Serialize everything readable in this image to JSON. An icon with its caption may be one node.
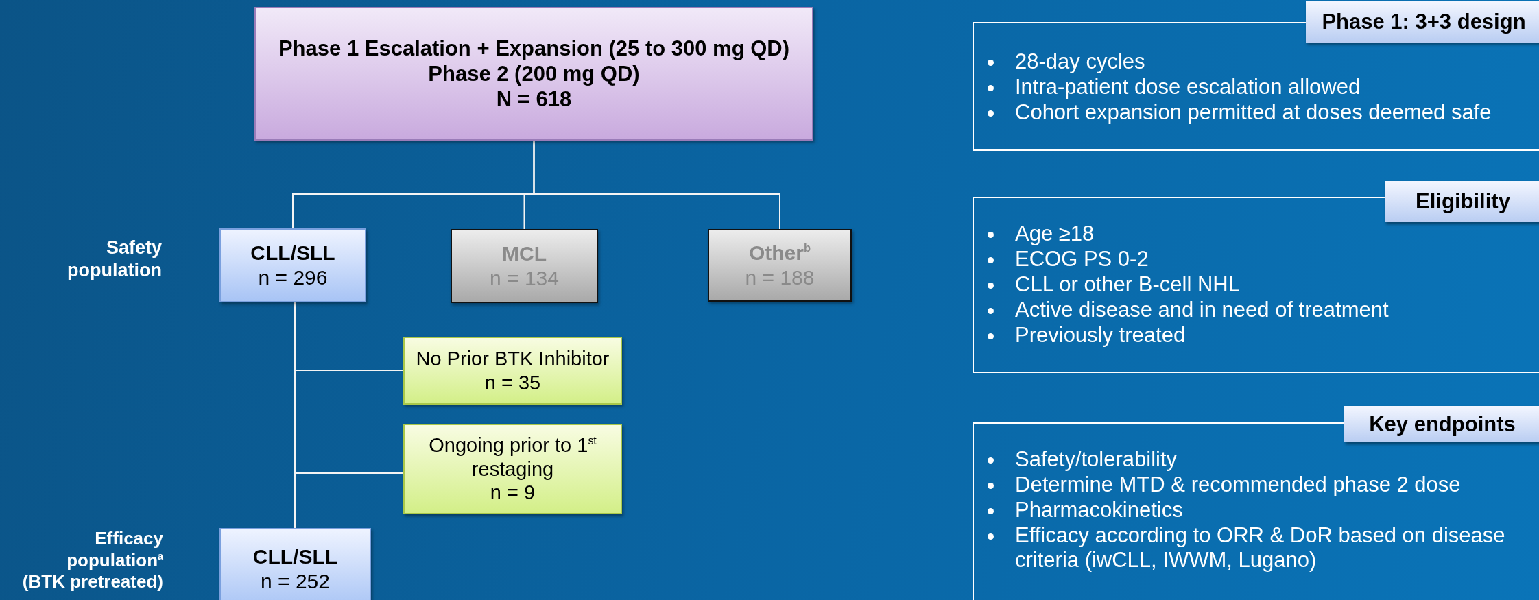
{
  "diagram": {
    "nodes": [
      {
        "text": [
          "Phase 1 Escalation + Expansion (25 to 300 mg QD)",
          "Phase 2 (200 mg QD)",
          "N = 618"
        ]
      },
      {
        "text": [
          "CLL/SLL",
          "n = 296"
        ]
      },
      {
        "text": [
          "MCL",
          "n = 134"
        ]
      },
      {
        "text": [
          "Other$^{b}$",
          "n = 188"
        ]
      },
      {
        "text": [
          "No Prior BTK Inhibitor",
          "n = 35"
        ]
      },
      {
        "text": [
          "Ongoing prior to 1$^{st}$ restaging",
          "n = 9"
        ]
      },
      {
        "text": [
          "CLL/SLL",
          "n = 252"
        ]
      },
      {
        "text": [
          "Phase 1: 3+3 design",
          "28-day cycles",
          "Intra-patient dose escalation allowed",
          "Cohort expansion permitted at doses deemed safe"
        ]
      },
      {
        "text": [
          "Eligibility",
          "Age ≥18",
          "ECOG PS 0-2",
          "CLL or other B-cell NHL",
          "Active disease and in need of treatment",
          "Previously treated"
        ]
      },
      {
        "text": [
          "Key endpoints",
          "Safety/tolerability",
          "Determine MTD & recommended phase 2 dose",
          "Pharmacokinetics",
          "Efficacy according to ORR & DoR based on disease criteria (iwCLL, IWWM, Lugano)"
        ]
      }
    ],
    "edges": [
      {
        "from": 0,
        "to": 1,
        "arrow": "none"
      },
      {
        "from": 0,
        "to": 2,
        "arrow": "none"
      },
      {
        "from": 0,
        "to": 3,
        "arrow": "none"
      },
      {
        "from": 1,
        "to": 6,
        "arrow": "none"
      },
      {
        "from": 1,
        "to": 4,
        "arrow": "none"
      },
      {
        "from": 1,
        "to": 5,
        "arrow": "none"
      }
    ],
    "labels": [
      "Safety population",
      "Efficacy population$^{a}$ (BTK pretreated)"
    ]
  }
}
